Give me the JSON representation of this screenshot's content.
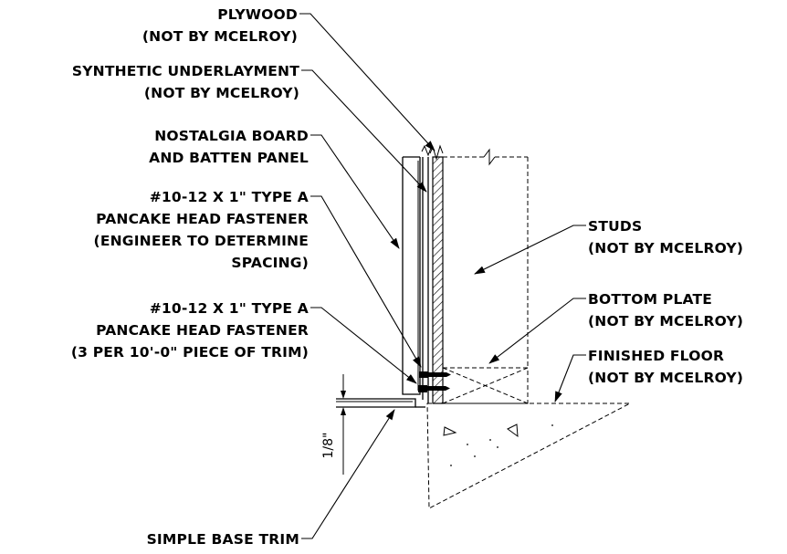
{
  "labels": {
    "plywood_1": "PLYWOOD",
    "plywood_2": "(NOT BY MCELROY)",
    "underlayment_1": "SYNTHETIC UNDERLAYMENT",
    "underlayment_2": "(NOT BY MCELROY)",
    "panel_1": "NOSTALGIA BOARD",
    "panel_2": "AND BATTEN PANEL",
    "fastener_a_1": "#10-12 X 1\" TYPE A",
    "fastener_a_2": "PANCAKE HEAD FASTENER",
    "fastener_a_3": "(ENGINEER TO DETERMINE",
    "fastener_a_4": "SPACING)",
    "fastener_b_1": "#10-12 X 1\" TYPE A",
    "fastener_b_2": "PANCAKE HEAD FASTENER",
    "fastener_b_3": "(3 PER 10'-0\" PIECE OF TRIM)",
    "studs_1": "STUDS",
    "studs_2": "(NOT BY MCELROY)",
    "bottom_plate_1": "BOTTOM PLATE",
    "bottom_plate_2": "(NOT BY MCELROY)",
    "floor_1": "FINISHED FLOOR",
    "floor_2": "(NOT BY MCELROY)",
    "trim": "SIMPLE BASE TRIM"
  },
  "dimension": {
    "value": "1/8\""
  }
}
